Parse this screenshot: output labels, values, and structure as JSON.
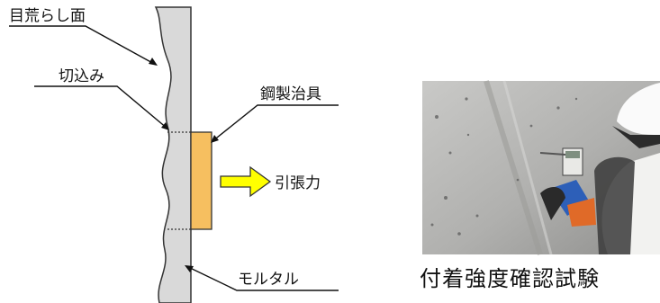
{
  "labels": {
    "rough_surface": "目荒らし面",
    "notch": "切込み",
    "steel_jig": "鋼製治具",
    "tensile_force": "引張力",
    "mortar": "モルタル"
  },
  "photo": {
    "caption": "付着強度確認試験"
  },
  "colors": {
    "wall_fill": "#d9d9d9",
    "wall_outline": "#333333",
    "jig_fill": "#f6bf60",
    "arrow_fill": "#ffff00",
    "arrow_outline": "#333333",
    "photo_base": "#b9b9b7"
  }
}
